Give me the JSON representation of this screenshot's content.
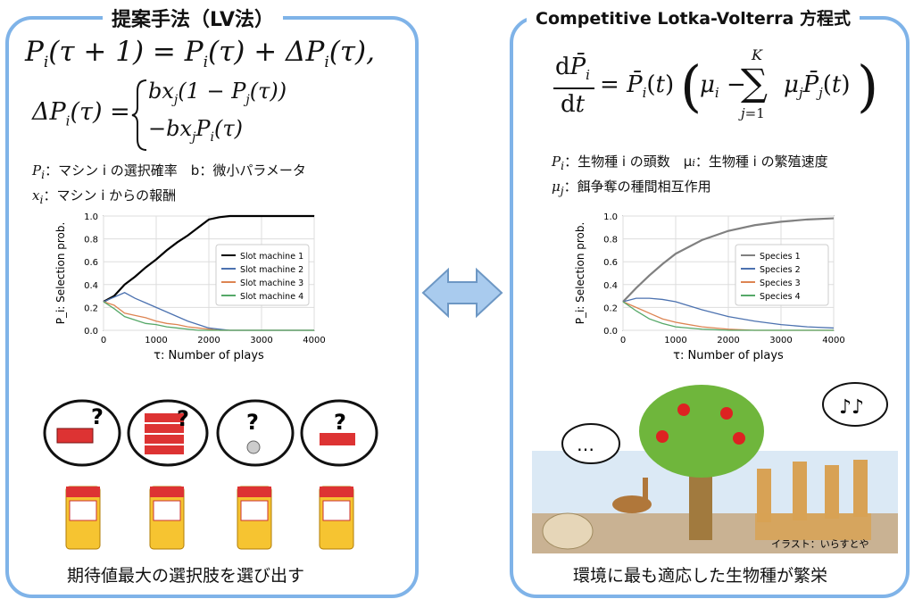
{
  "left": {
    "title": "提案手法（LV法）",
    "eq_line1_lhs": "P",
    "eq_line1": "(τ + 1) = P",
    "eq_line1b": "(τ) + ΔP",
    "eq_line1c": "(τ),",
    "eq_delta": "ΔP",
    "eq_case1": "bx",
    "eq_case1b": "(1 − P",
    "eq_case1c": "(τ))",
    "eq_case2": "−bx",
    "eq_case2b": "P",
    "eq_case2c": "(τ)",
    "note1": "：マシン i の選択確率　b：微小パラメータ",
    "note2": "：マシン i からの報酬",
    "caption": "期待値最大の選択肢を選び出す"
  },
  "right": {
    "title": "Competitive Lotka-Volterra 方程式",
    "note1": "：生物種 i の頭数　μ",
    "note1b": "：生物種 i の繁殖速度",
    "note2": "：餌争奪の種間相互作用",
    "speech_dots": "…",
    "speech_music": "♪♪",
    "credit": "イラスト：いらすとや",
    "caption": "環境に最も適応した生物種が繁栄"
  },
  "chart_data": [
    {
      "type": "line",
      "xlabel": "τ: Number of plays",
      "ylabel": "P_i: Selection prob.",
      "xlim": [
        0,
        4000
      ],
      "ylim": [
        0,
        1.0
      ],
      "xticks": [
        "0",
        "1000",
        "2000",
        "3000",
        "4000"
      ],
      "yticks": [
        "0.0",
        "0.2",
        "0.4",
        "0.6",
        "0.8",
        "1.0"
      ],
      "grid": true,
      "legend": "right",
      "x": [
        0,
        200,
        400,
        600,
        800,
        1000,
        1200,
        1400,
        1600,
        1800,
        2000,
        2200,
        2400,
        2600,
        3000,
        3500,
        4000
      ],
      "series": [
        {
          "name": "Slot machine 1",
          "color": "#000000",
          "values": [
            0.25,
            0.3,
            0.4,
            0.47,
            0.55,
            0.62,
            0.7,
            0.77,
            0.83,
            0.9,
            0.97,
            0.99,
            1.0,
            1.0,
            1.0,
            1.0,
            1.0
          ]
        },
        {
          "name": "Slot machine 2",
          "color": "#4c72b0",
          "values": [
            0.25,
            0.29,
            0.33,
            0.28,
            0.24,
            0.2,
            0.16,
            0.12,
            0.08,
            0.05,
            0.02,
            0.01,
            0.0,
            0.0,
            0.0,
            0.0,
            0.0
          ]
        },
        {
          "name": "Slot machine 3",
          "color": "#dd8452",
          "values": [
            0.25,
            0.22,
            0.15,
            0.13,
            0.11,
            0.08,
            0.06,
            0.05,
            0.03,
            0.02,
            0.01,
            0.0,
            0.0,
            0.0,
            0.0,
            0.0,
            0.0
          ]
        },
        {
          "name": "Slot machine 4",
          "color": "#55a868",
          "values": [
            0.25,
            0.19,
            0.12,
            0.09,
            0.06,
            0.05,
            0.03,
            0.02,
            0.01,
            0.0,
            0.0,
            0.0,
            0.0,
            0.0,
            0.0,
            0.0,
            0.0
          ]
        }
      ]
    },
    {
      "type": "line",
      "xlabel": "τ: Number of plays",
      "ylabel": "P_i: Selection prob.",
      "xlim": [
        0,
        4000
      ],
      "ylim": [
        0,
        1.0
      ],
      "xticks": [
        "0",
        "1000",
        "2000",
        "3000",
        "4000"
      ],
      "yticks": [
        "0.0",
        "0.2",
        "0.4",
        "0.6",
        "0.8",
        "1.0"
      ],
      "grid": true,
      "legend": "right",
      "x": [
        0,
        250,
        500,
        750,
        1000,
        1500,
        2000,
        2500,
        3000,
        3500,
        4000
      ],
      "series": [
        {
          "name": "Species 1",
          "color": "#808080",
          "values": [
            0.25,
            0.37,
            0.48,
            0.58,
            0.67,
            0.79,
            0.87,
            0.92,
            0.95,
            0.97,
            0.98
          ]
        },
        {
          "name": "Species 2",
          "color": "#4c72b0",
          "values": [
            0.25,
            0.28,
            0.28,
            0.27,
            0.25,
            0.18,
            0.12,
            0.08,
            0.05,
            0.03,
            0.02
          ]
        },
        {
          "name": "Species 3",
          "color": "#dd8452",
          "values": [
            0.25,
            0.2,
            0.15,
            0.1,
            0.07,
            0.03,
            0.01,
            0.0,
            0.0,
            0.0,
            0.0
          ]
        },
        {
          "name": "Species 4",
          "color": "#55a868",
          "values": [
            0.25,
            0.17,
            0.1,
            0.06,
            0.03,
            0.01,
            0.0,
            0.0,
            0.0,
            0.0,
            0.0
          ]
        }
      ]
    }
  ]
}
